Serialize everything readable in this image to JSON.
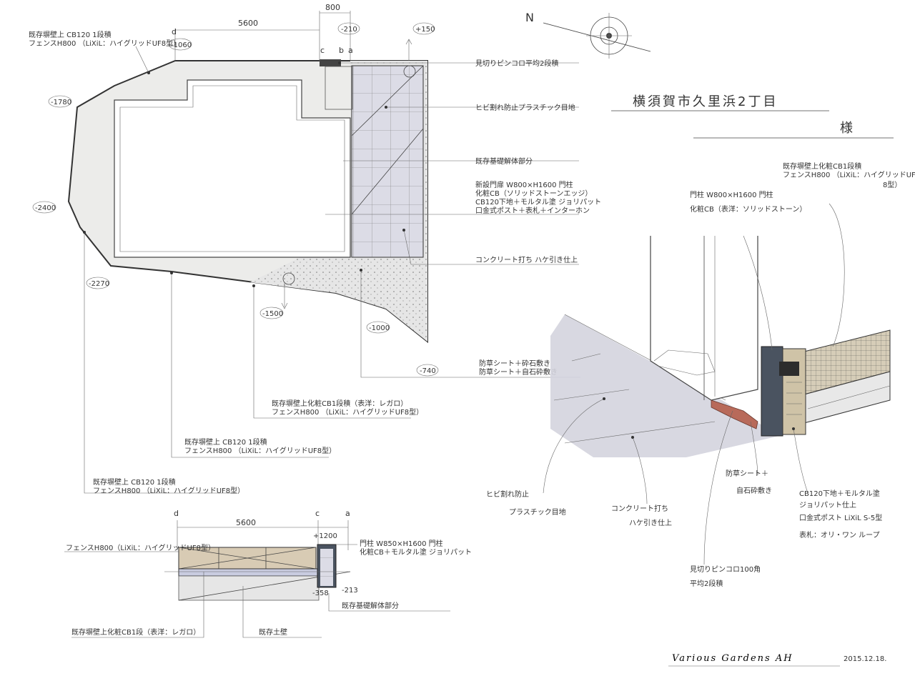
{
  "compass": {
    "north": "N"
  },
  "title": {
    "site": "横須賀市久里浜2丁目",
    "honorific": "様"
  },
  "plan": {
    "dims": {
      "top_width": "5600",
      "top_gate": "800",
      "bottom_width": "5600"
    },
    "grid_letters": {
      "d": "d",
      "c": "c",
      "b": "b",
      "a": "a"
    },
    "levels": [
      "-1060",
      "-210",
      "+150",
      "-1780",
      "-2400",
      "-2270",
      "-1500",
      "-1000",
      "-740"
    ],
    "labels": {
      "fence_top": [
        "既存塀壁上 CB120 1段積",
        "フェンスH800 （LiXiL：ハイグリッドUF8型）"
      ],
      "plate": "見切りピンコロ平均2段積",
      "joint": "ヒビ割れ防止プラスチック目地",
      "existing_base": "既存基礎解体部分",
      "gate": [
        "新設門扉 W800×H1600 門柱",
        "化粧CB（ソリッドストーンエッジ）",
        "CB120下地＋モルタル塗 ジョリパット",
        "口金式ポスト＋表札＋インターホン"
      ],
      "concrete": "コンクリート打ち ハケ引き仕上",
      "gravel": [
        "防草シート＋砕石敷き",
        "防草シート＋自石砕敷き"
      ],
      "fence_mid": [
        "既存塀壁上化粧CB1段積（表洋：レガロ）",
        "フェンスH800 （LiXiL：ハイグリッドUF8型）"
      ],
      "fence_low1": [
        "既存塀壁上 CB120 1段積",
        "フェンスH800 （LiXiL：ハイグリッドUF8型）"
      ],
      "fence_low2": [
        "既存塀壁上 CB120 1段積",
        "フェンスH800 （LiXiL：ハイグリッドUF8型）"
      ]
    }
  },
  "elevation": {
    "dims": {
      "width": "5600",
      "pole_top": "+1200",
      "level_left": "-358",
      "level_right": "-213"
    },
    "grid_letters": {
      "d": "d",
      "c": "c",
      "a": "a"
    },
    "labels": {
      "fence": "フェンスH800（LiXiL：ハイグリッドUF8型）",
      "gate": [
        "門柱 W850×H1600 門柱",
        "化粧CB＋モルタル塗 ジョリパット"
      ],
      "existing_base": "既存基礎解体部分",
      "block": "既存塀壁上化粧CB1段（表洋：レガロ）",
      "existing_soil": "既存土壁"
    }
  },
  "perspective": {
    "labels": {
      "fence": [
        "既存塀壁上化粧CB1段積",
        "フェンスH800 （LiXiL：ハイグリッドUF",
        "8型）"
      ],
      "gate": [
        "門柱 W800×H1600 門柱",
        "化粧CB（表洋：ソリッドストーン）"
      ],
      "joint": [
        "ヒビ割れ防止",
        "プラスチック目地"
      ],
      "concrete": [
        "コンクリート打ち",
        "ハケ引き仕上"
      ],
      "plate": [
        "見切りピンコロ100角",
        "平均2段積"
      ],
      "gravel": [
        "防草シート＋",
        "自石砕敷き"
      ],
      "finish": [
        "CB120下地＋モルタル塗",
        "ジョリパット仕上",
        "口金式ポスト LiXiL S-5型",
        "表札：オリ・ワン ループ"
      ]
    }
  },
  "signature": {
    "brand": "Various Gardens AH",
    "date": "2015.12.18."
  }
}
